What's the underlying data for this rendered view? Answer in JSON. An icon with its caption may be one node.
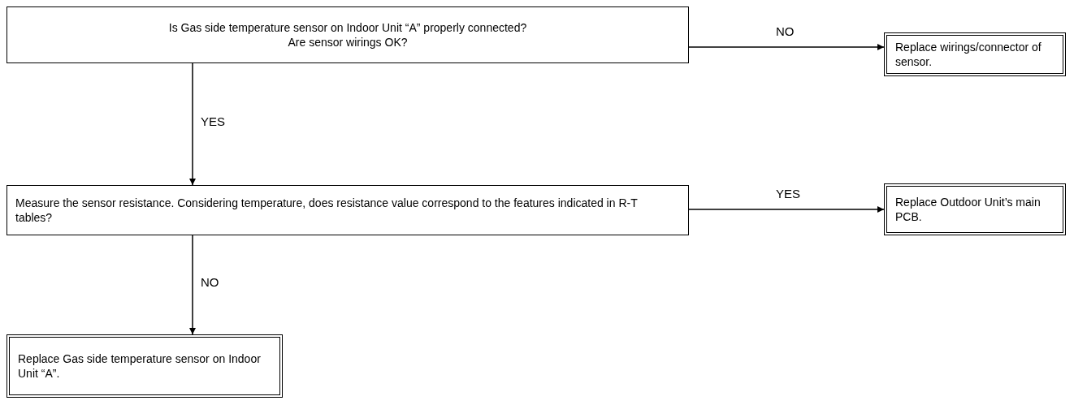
{
  "diagram": {
    "nodes": [
      {
        "text": [
          "Is Gas side temperature sensor on Indoor Unit “A” properly connected?",
          "Are sensor wirings OK?"
        ]
      },
      {
        "text": [
          "Replace wirings/connector of sensor."
        ]
      },
      {
        "text": [
          "Measure the sensor resistance. Considering temperature, does resistance value correspond to the features indicated in R-T tables?"
        ]
      },
      {
        "text": [
          "Replace Outdoor Unit’s main PCB."
        ]
      },
      {
        "text": [
          "Replace Gas side temperature sensor on Indoor Unit “A”."
        ]
      }
    ],
    "edges": [
      {
        "from": 0,
        "to": 1,
        "arrow": "to",
        "label": "NO"
      },
      {
        "from": 0,
        "to": 2,
        "arrow": "to",
        "label": "YES"
      },
      {
        "from": 2,
        "to": 3,
        "arrow": "to",
        "label": "YES"
      },
      {
        "from": 2,
        "to": 4,
        "arrow": "to",
        "label": "NO"
      }
    ]
  }
}
